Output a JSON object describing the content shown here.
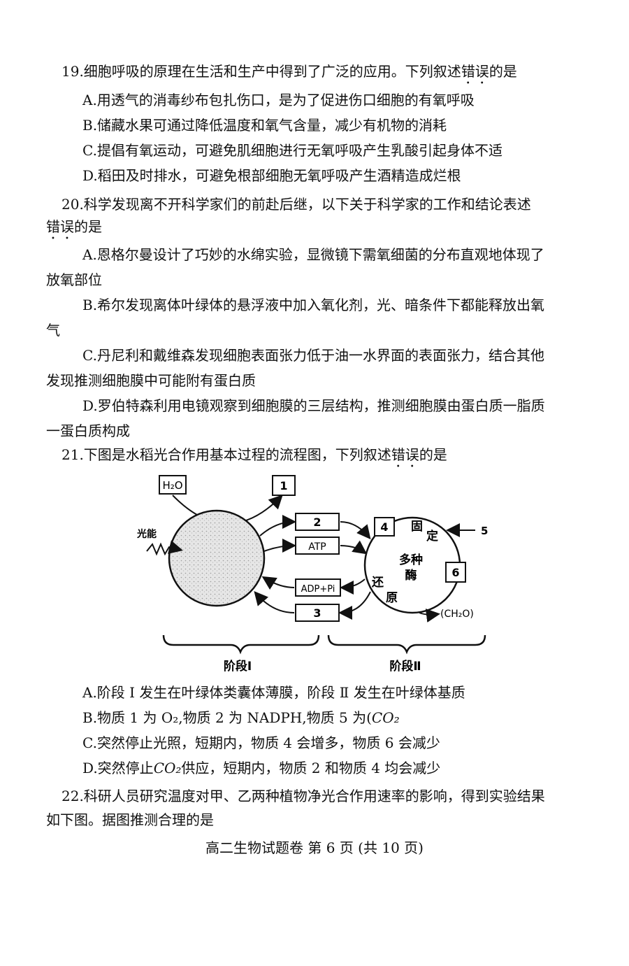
{
  "q19": {
    "stem_prefix": "19.细胞呼吸的原理在生活和生产中得到了广泛的应用。下列叙述",
    "stem_emph": "错误",
    "stem_suffix": "的是",
    "options": [
      "A.用透气的消毒纱布包扎伤口，是为了促进伤口细胞的有氧呼吸",
      "B.储藏水果可通过降低温度和氧气含量，减少有机物的消耗",
      "C.提倡有氧运动，可避免肌细胞进行无氧呼吸产生乳酸引起身体不适",
      "D.稻田及时排水，可避免根部细胞无氧呼吸产生酒精造成烂根"
    ]
  },
  "q20": {
    "stem_line1": "20.科学发现离不开科学家们的前赴后继，以下关于科学家的工作和结论表述",
    "stem_emph": "错误",
    "stem_suffix": "的是",
    "a1": "A.恩格尔曼设计了巧妙的水绵实验，显微镜下需氧细菌的分布直观地体现了",
    "a2": "放氧部位",
    "b1": "B.希尔发现离体叶绿体的悬浮液中加入氧化剂，光、暗条件下都能释放出氧",
    "b2": "气",
    "c1": "C.丹尼利和戴维森发现细胞表面张力低于油一水界面的表面张力，结合其他",
    "c2": "发现推测细胞膜中可能附有蛋白质",
    "d1": "D.罗伯特森利用电镜观察到细胞膜的三层结构，推测细胞膜由蛋白质一脂质",
    "d2": "一蛋白质构成"
  },
  "q21": {
    "stem_prefix": "21.下图是水稻光合作用基本过程的流程图，下列叙述",
    "stem_emph": "错误",
    "stem_suffix": "的是",
    "diagram": {
      "h2o": "H₂O",
      "box1": "1",
      "box2": "2",
      "box3": "3",
      "box4": "4",
      "box6": "6",
      "label5": "5",
      "atp": "ATP",
      "adp": "ADP+Pi",
      "light": "光能",
      "fix1": "固",
      "fix2": "定",
      "enzyme1": "多种",
      "enzyme2": "酶",
      "red1": "还",
      "red2": "原",
      "ch2o": "(CH₂O)",
      "stage1": "阶段Ⅰ",
      "stage2": "阶段Ⅱ"
    },
    "a": "A.阶段  Ⅰ  发生在叶绿体类囊体薄膜，阶段  Ⅱ  发生在叶绿体基质",
    "b_prefix": "B.物质 1 为 O₂,物质 2 为 NADPH,物质 5 为(",
    "b_co2": "CO₂",
    "c": "C.突然停止光照，短期内，物质 4 会增多，物质 6 会减少",
    "d_prefix": "D.突然停止",
    "d_co2": "CO₂",
    "d_suffix": "供应，短期内，物质  2  和物质  4  均会减少"
  },
  "q22": {
    "line1": "22.科研人员研究温度对甲、乙两种植物净光合作用速率的影响，得到实验结果",
    "line2": "如下图。据图推测合理的是"
  },
  "footer": "高二生物试题卷 第 6 页 (共 10 页)"
}
